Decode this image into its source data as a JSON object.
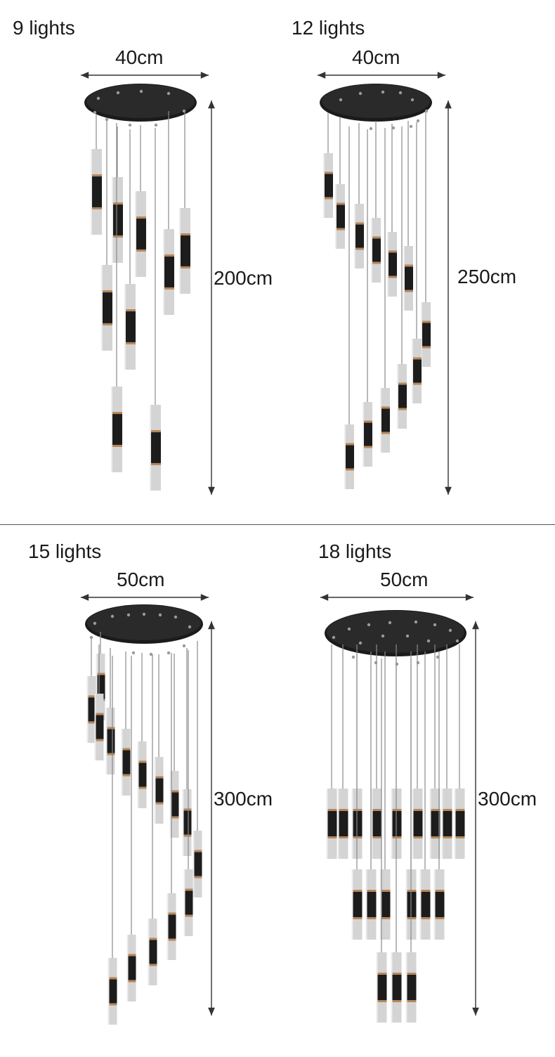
{
  "variants": [
    {
      "title": "9 lights",
      "width_label": "40cm",
      "height_label": "200cm",
      "lights": 9
    },
    {
      "title": "12 lights",
      "width_label": "40cm",
      "height_label": "250cm",
      "lights": 12
    },
    {
      "title": "15 lights",
      "width_label": "50cm",
      "height_label": "300cm",
      "lights": 15
    },
    {
      "title": "18 lights",
      "width_label": "50cm",
      "height_label": "300cm",
      "lights": 18
    }
  ],
  "colors": {
    "canopy": "#1b1b1b",
    "cable": "#8a8a8a",
    "dimension_line": "#333333",
    "tube_frost": "#d4d4d4",
    "tube_band": "#1c1c1c",
    "brass_ring": "#b8875a"
  },
  "icons": [
    "arrow-icon"
  ]
}
